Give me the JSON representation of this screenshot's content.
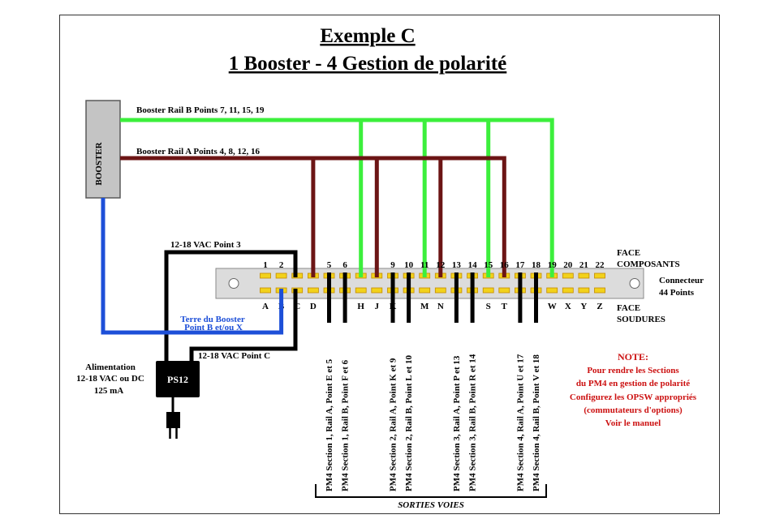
{
  "title": {
    "line1": "Exemple C",
    "line2": "1 Booster - 4 Gestion de polarité"
  },
  "booster": {
    "label": "BOOSTER"
  },
  "rails": {
    "rail_b": {
      "label": "Booster Rail B Points 7, 11, 15, 19",
      "color": "#3cef3c"
    },
    "rail_a": {
      "label": "Booster Rail A Points 4, 8, 12, 16",
      "color": "#6c1515"
    }
  },
  "power": {
    "wire_point_3_label": "12-18 VAC Point 3",
    "wire_point_c_label": "12-18 VAC Point C",
    "unit_label": "PS12",
    "supply_lines": [
      "Alimentation",
      "12-18 VAC ou DC",
      "125 mA"
    ]
  },
  "ground": {
    "lines": [
      "Terre du Booster",
      "Point B et/ou X"
    ],
    "color": "#1d4fd8"
  },
  "connector": {
    "pin_numbers": [
      "1",
      "2",
      "",
      "",
      "5",
      "6",
      "",
      "",
      "9",
      "10",
      "11",
      "12",
      "13",
      "14",
      "15",
      "16",
      "17",
      "18",
      "19",
      "20",
      "21",
      "22"
    ],
    "pin_letters": [
      "A",
      "B",
      "C",
      "D",
      "",
      "",
      "H",
      "J",
      "K",
      "",
      "M",
      "N",
      "",
      "",
      "S",
      "T",
      "",
      "",
      "W",
      "X",
      "Y",
      "Z"
    ],
    "face_top": [
      "FACE",
      "COMPOSANTS"
    ],
    "name": [
      "Connecteur",
      "44 Points"
    ],
    "face_bottom": [
      "FACE",
      "SOUDURES"
    ],
    "pad_color": "#f2d21c"
  },
  "outputs": {
    "wires": [
      "PM4 Section 1, Rail A, Point E et 5",
      "PM4 Section 1, Rail B, Point F et 6",
      "PM4 Section 2, Rail A, Point K et 9",
      "PM4 Section 2, Rail B, Point L et 10",
      "PM4 Section 3, Rail A, Point P et 13",
      "PM4 Section 3, Rail B, Point R et 14",
      "PM4 Section 4, Rail A, Point U et 17",
      "PM4 Section 4, Rail B, Point V et 18"
    ],
    "group_label": "SORTIES VOIES"
  },
  "note": {
    "heading": "NOTE:",
    "lines": [
      "Pour rendre les Sections",
      "du PM4 en gestion de polarité",
      "Configurez les OPSW appropriés",
      "(commutateurs d'options)",
      "Voir le manuel"
    ],
    "color": "#cc1111"
  }
}
